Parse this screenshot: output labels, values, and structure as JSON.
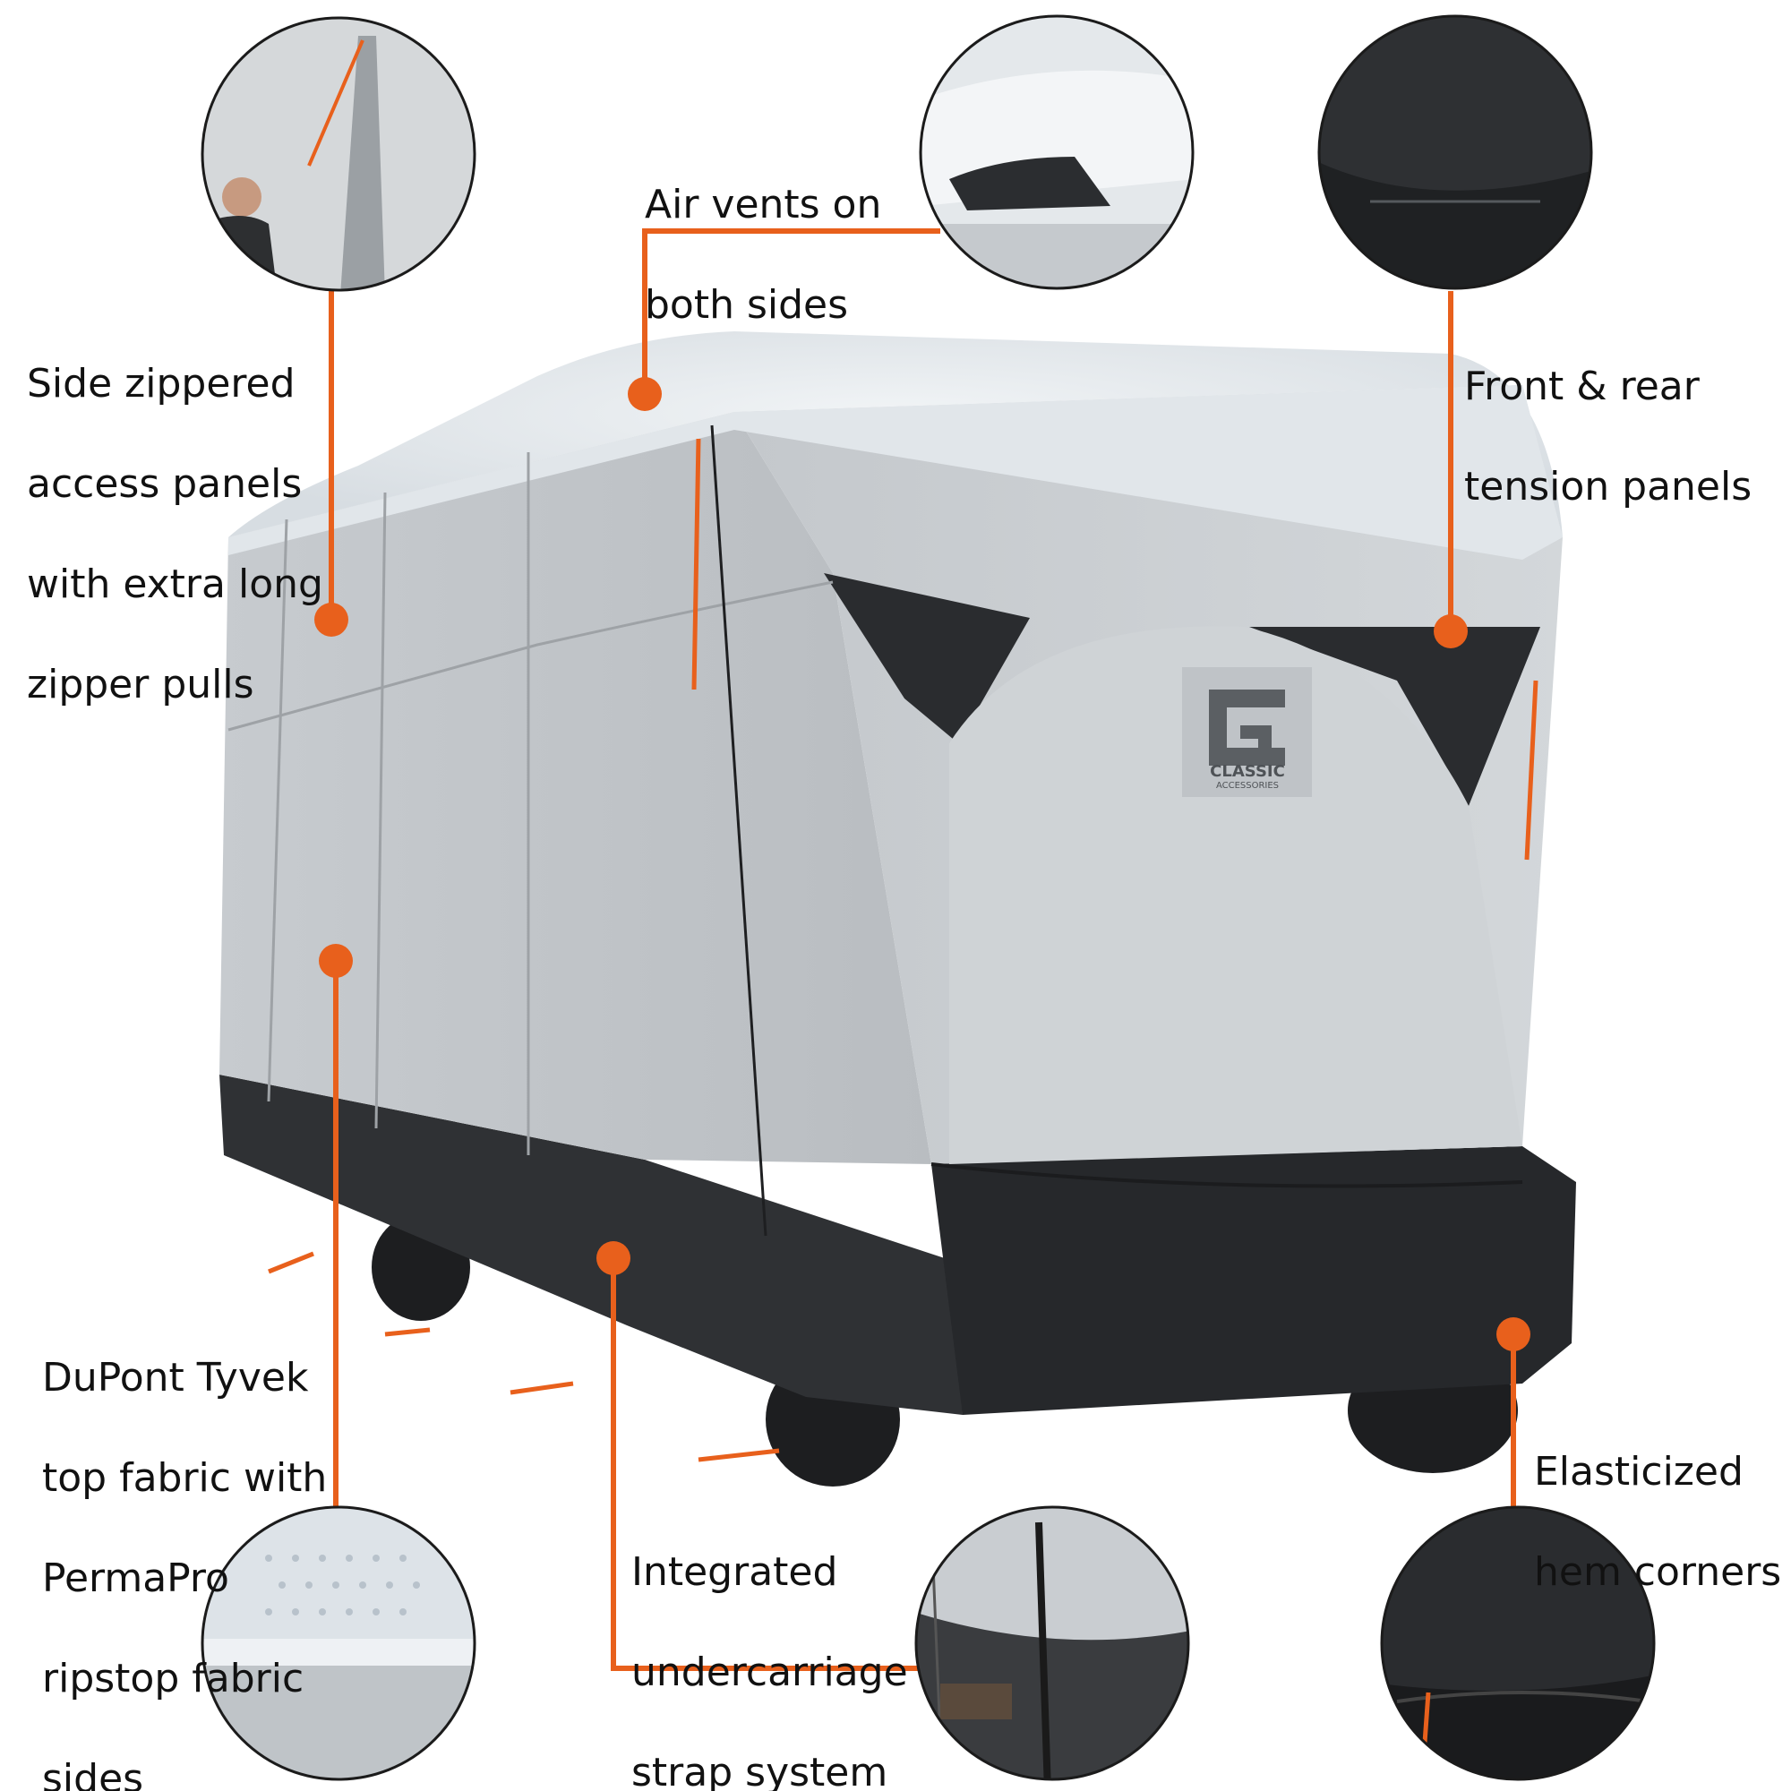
{
  "colors": {
    "accent": "#E8601C",
    "cover_light": "#C9CDD1",
    "cover_top": "#E6EBEF",
    "cover_dark": "#2B2D30",
    "text": "#111111"
  },
  "logo": {
    "brand_line1": "CLASSIC",
    "brand_line2": "ACCESSORIES"
  },
  "callouts": {
    "side_zipper": {
      "lines": [
        "Side zippered",
        "access panels",
        "with extra long",
        "zipper pulls"
      ]
    },
    "air_vents": {
      "lines": [
        "Air vents on",
        "both sides"
      ]
    },
    "tension_panels": {
      "lines": [
        "Front & rear",
        "tension panels"
      ]
    },
    "tyvek": {
      "lines": [
        "DuPont Tyvek",
        "top fabric with",
        "PermaPro",
        "ripstop fabric",
        "sides"
      ]
    },
    "undercarriage": {
      "lines": [
        "Integrated",
        "undercarriage",
        "strap system"
      ]
    },
    "hem_corners": {
      "lines": [
        "Elasticized",
        "hem corners"
      ]
    }
  },
  "detail_photos": {
    "zipper_photo": "person-opening-zipper-panel",
    "vent_photo": "air-vent-closeup",
    "tension_photo": "tension-panel-closeup",
    "fabric_photo": "tyvek-fabric-closeup",
    "strap_photo": "undercarriage-strap-closeup",
    "hem_photo": "elastic-hem-closeup"
  }
}
